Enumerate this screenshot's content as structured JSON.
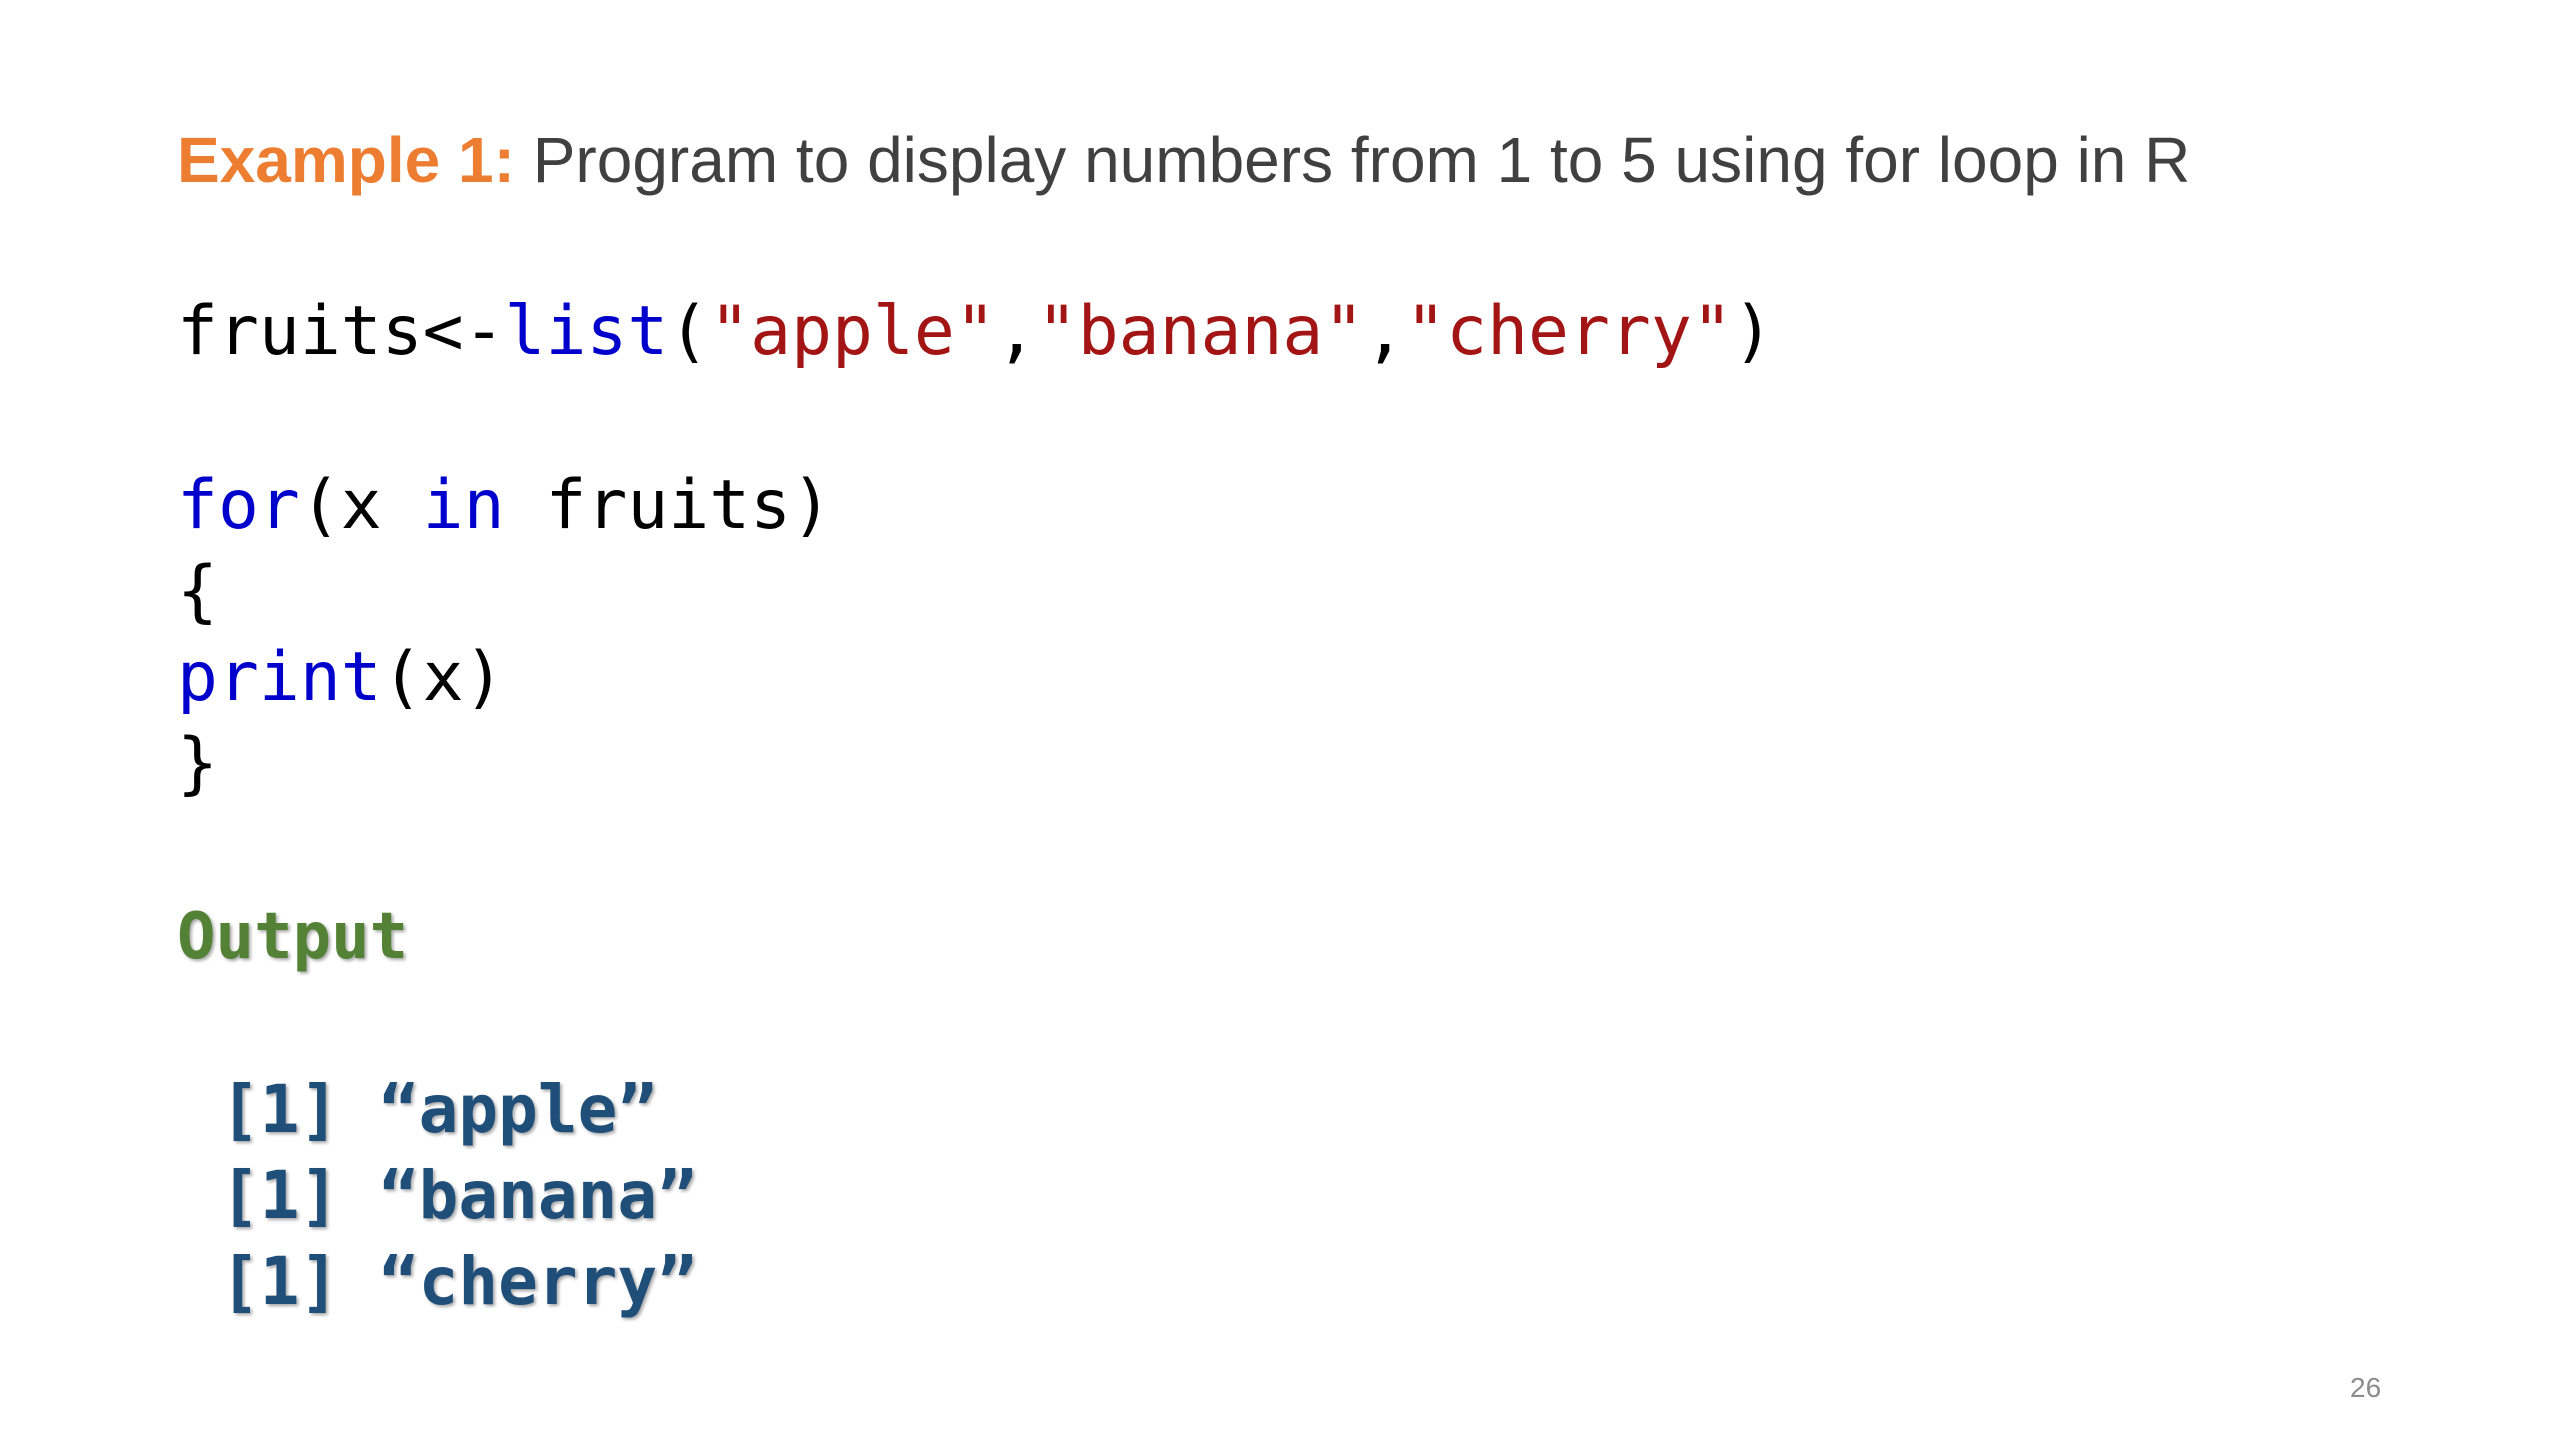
{
  "title": {
    "prefix": "Example 1:",
    "text": " Program to display numbers from 1 to 5 using for loop in R"
  },
  "code": {
    "line1": {
      "var": "fruits<-",
      "fn": "list",
      "open": "(",
      "s1": "\"apple\"",
      "c1": ",",
      "s2": "\"banana\"",
      "c2": ",",
      "s3": "\"cherry\"",
      "close": ")"
    },
    "line2": {
      "kw_for": "for",
      "open": "(x ",
      "kw_in": "in",
      "rest": " fruits)"
    },
    "line3": "{",
    "line4": {
      "fn": "print",
      "rest": "(x)"
    },
    "line5": "}"
  },
  "output": {
    "label": "Output",
    "lines": [
      "[1] “apple”",
      "[1] “banana”",
      "[1] “cherry”"
    ]
  },
  "page_number": "26",
  "colors": {
    "orange": "#ed7d31",
    "slate": "#404040",
    "blue": "#0000cc",
    "red": "#a31515",
    "green": "#538135",
    "navy": "#1f4e79",
    "black": "#000000",
    "background": "#ffffff"
  }
}
